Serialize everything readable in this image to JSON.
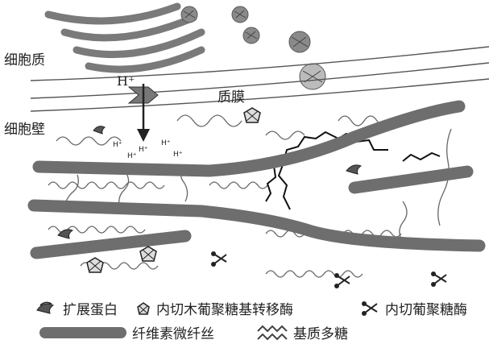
{
  "labels": {
    "cytoplasm": "细胞质",
    "cell_wall": "细胞壁",
    "plasma_membrane": "质膜",
    "proton": "H⁺",
    "acid_h": "H⁺"
  },
  "legend": {
    "expansin": "扩展蛋白",
    "xet": "内切木葡聚糖基转移酶",
    "endoglucanase": "内切葡聚糖酶",
    "microfibril": "纤维素微纤丝",
    "matrix": "基质多糖"
  },
  "colors": {
    "microfibril": "#6e6e6e",
    "membrane": "#555555",
    "golgi": "#7a7a7a",
    "matrix": "#666666",
    "crosslink": "#111111"
  }
}
